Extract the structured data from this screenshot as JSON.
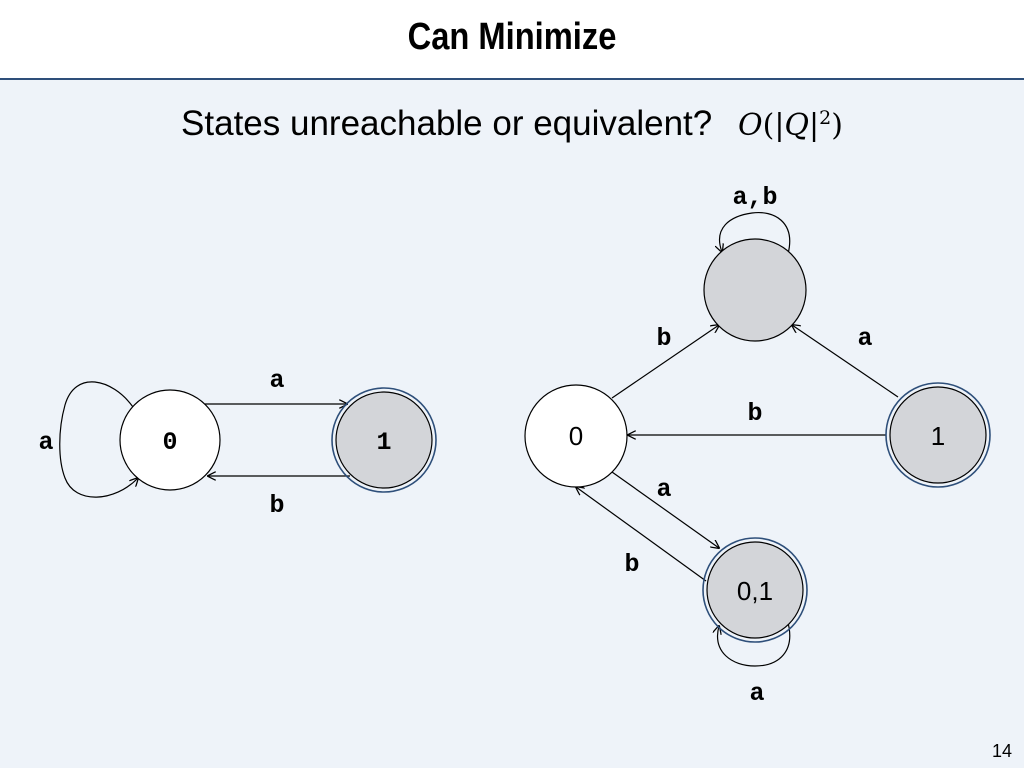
{
  "slide": {
    "title": "Can Minimize",
    "subtitle": "States unreachable or equivalent?",
    "complexity": {
      "o": "O",
      "q": "Q",
      "exp": "2"
    },
    "page_number": "14",
    "colors": {
      "accepting_fill": "#d3d5d9",
      "state_fill": "#ffffff",
      "accent": "#2e4f7a"
    }
  },
  "left_dfa": {
    "states": [
      {
        "id": "L0",
        "label": "0",
        "accepting": false
      },
      {
        "id": "L1",
        "label": "1",
        "accepting": true
      }
    ],
    "edges": [
      {
        "from": "L0",
        "to": "L0",
        "label": "a"
      },
      {
        "from": "L0",
        "to": "L1",
        "label": "a"
      },
      {
        "from": "L1",
        "to": "L0",
        "label": "b"
      }
    ]
  },
  "right_dfa": {
    "states": [
      {
        "id": "R0",
        "label": "0",
        "accepting": false
      },
      {
        "id": "R1",
        "label": "1",
        "accepting": true
      },
      {
        "id": "R01",
        "label": "0,1",
        "accepting": true
      },
      {
        "id": "Rdead",
        "label": "",
        "accepting": false
      }
    ],
    "edges": [
      {
        "from": "Rdead",
        "to": "Rdead",
        "label": "a,b"
      },
      {
        "from": "R0",
        "to": "Rdead",
        "label": "b"
      },
      {
        "from": "R1",
        "to": "Rdead",
        "label": "a"
      },
      {
        "from": "R1",
        "to": "R0",
        "label": "b"
      },
      {
        "from": "R0",
        "to": "R01",
        "label": "a"
      },
      {
        "from": "R01",
        "to": "R0",
        "label": "b"
      },
      {
        "from": "R01",
        "to": "R01",
        "label": "a"
      }
    ]
  }
}
